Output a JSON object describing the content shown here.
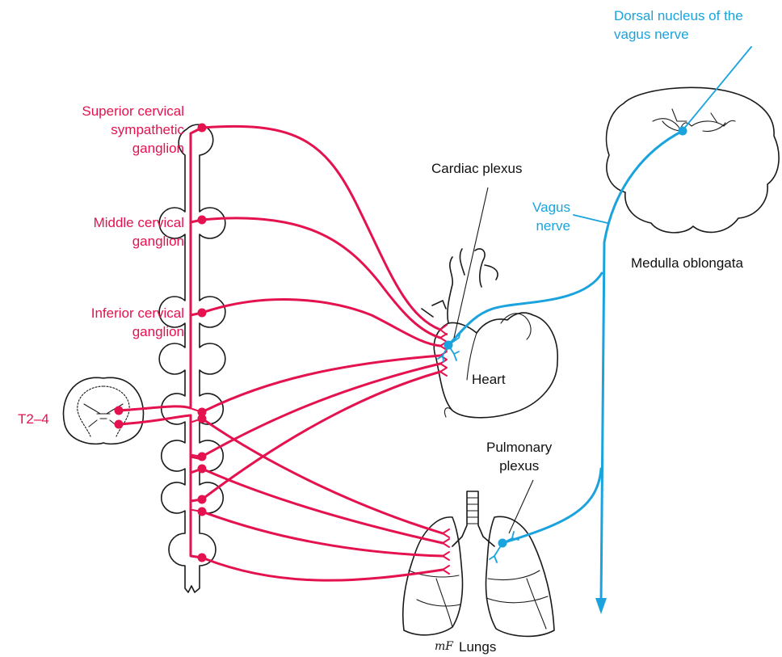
{
  "labels": {
    "superior_ganglion": [
      "Superior cervical",
      "sympathetic",
      "ganglion"
    ],
    "middle_ganglion": [
      "Middle cervical",
      "ganglion"
    ],
    "inferior_ganglion": [
      "Inferior cervical",
      "ganglion"
    ],
    "spinal_segment": "T2–4",
    "cardiac_plexus": "Cardiac plexus",
    "heart": "Heart",
    "pulmonary_plexus": [
      "Pulmonary",
      "plexus"
    ],
    "lungs": "Lungs",
    "vagus_nerve": [
      "Vagus",
      "nerve"
    ],
    "dorsal_nucleus": [
      "Dorsal nucleus of the",
      "vagus nerve"
    ],
    "medulla": "Medulla oblongata",
    "artist_signature": "mF"
  },
  "colors": {
    "sympathetic": "#e4124f",
    "parasympathetic": "#1aa3dd",
    "outline": "#1a1a1a"
  }
}
